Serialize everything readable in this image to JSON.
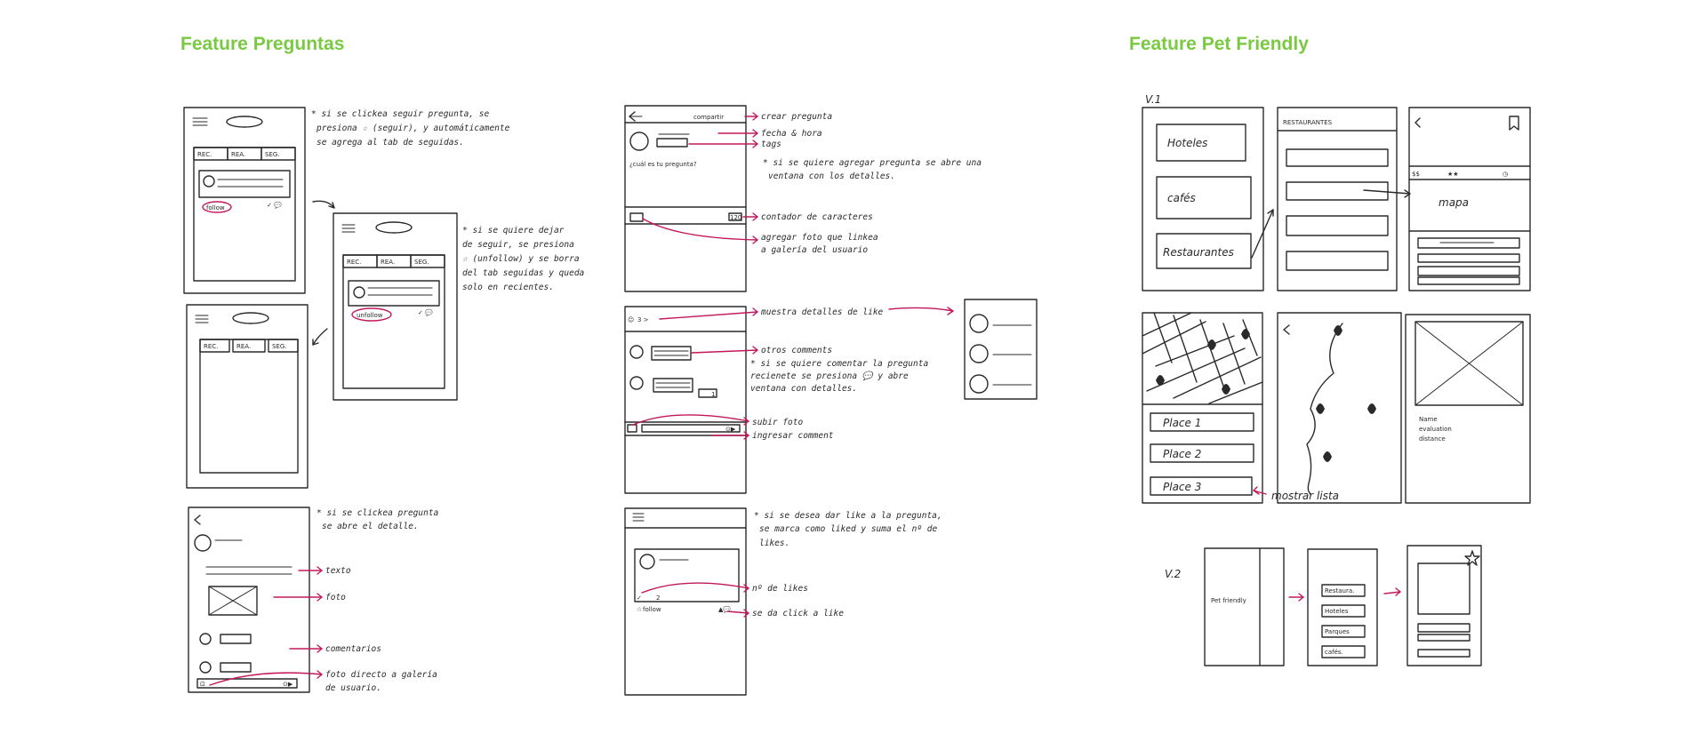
{
  "headings": {
    "preguntas": "Feature Preguntas",
    "pet_friendly": "Feature Pet Friendly"
  },
  "preguntas": {
    "tabs": [
      "REC.",
      "REA.",
      "SEG."
    ],
    "follow": "follow",
    "unfollow": "unfollow",
    "note_follow": [
      "* si se clickea seguir pregunta, se",
      "presiona ☆ (seguir), y automáticamente",
      "se agrega al tab de seguidas."
    ],
    "note_unfollow": [
      "* si se quiere dejar",
      "de seguir, se presiona",
      "☆ (unfollow) y se borra",
      "del tab seguidas y queda",
      "solo en recientes."
    ],
    "note_detail": [
      "* si se clickea pregunta",
      "se abre el detalle."
    ],
    "detail_labels": [
      "texto",
      "foto",
      "comentarios",
      "foto directo a galería",
      "de usuario."
    ],
    "create_header": "compartir",
    "question_placeholder": "¿cuál es tu pregunta?",
    "create_labels": [
      "crear pregunta",
      "fecha & hora",
      "tags"
    ],
    "note_add": [
      "* si se quiere agregar pregunta se abre una",
      "ventana con los detalles."
    ],
    "counter": "120",
    "counter_labels": [
      "contador de caracteres",
      "agregar foto que linkea",
      "a galería del usuario"
    ],
    "likes_count": "3 >",
    "comments_labels": [
      "muestra detalles de like",
      "otros comments"
    ],
    "note_comment": [
      "* si se quiere comentar la pregunta",
      "recienete se presiona 💬 y abre",
      "ventana con detalles."
    ],
    "comment_count": "1",
    "upload_labels": [
      "subir foto",
      "ingresar comment"
    ],
    "note_like": [
      "* si se desea dar like a la pregunta,",
      "se marca como liked y suma el nº de",
      "likes."
    ],
    "likes_bubble": "2",
    "like_labels": [
      "nº de likes",
      "se da click a like"
    ]
  },
  "pet_friendly": {
    "v1": "V.1",
    "v2": "V.2",
    "categories": [
      "Hoteles",
      "cafés",
      "Restaurantes"
    ],
    "list_title": "RESTAURANTES",
    "price": "$$",
    "stars": "★★",
    "map": "mapa",
    "places": [
      "Place 1",
      "Place 2",
      "Place 3"
    ],
    "show_list": "mostrar lista",
    "detail_fields": [
      "Name",
      "evaluation",
      "distance"
    ],
    "pet_menu": "Pet friendly",
    "v2_options": [
      "Restaura.",
      "Hoteles",
      "Parques",
      "cafés."
    ]
  }
}
